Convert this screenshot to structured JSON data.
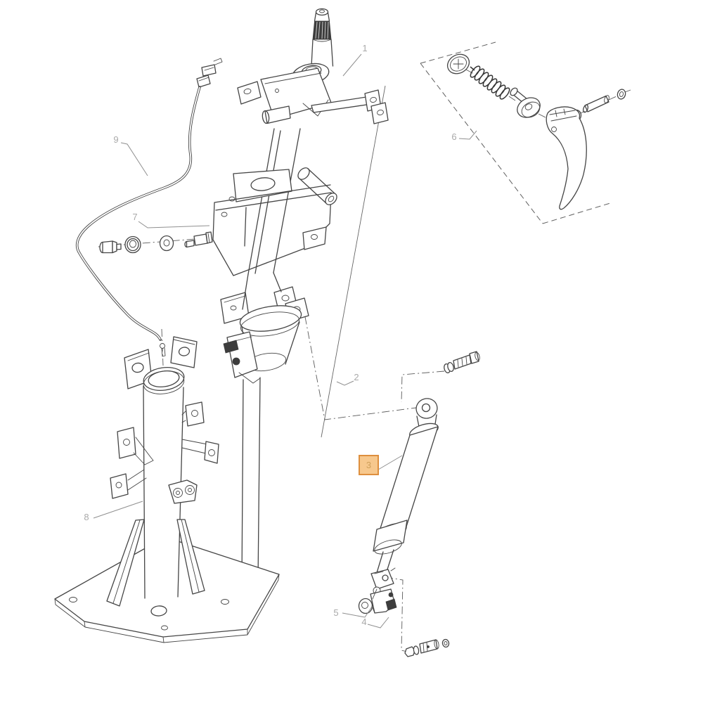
{
  "figure": {
    "type": "exploded-parts-diagram",
    "subject": "steering-column-assembly",
    "background": "#ffffff",
    "line_color": "#454545",
    "label_color": "#a9a9a9",
    "highlight": {
      "callout": "3",
      "fill": "#f7c88d",
      "border": "#de8f3e",
      "text_color": "#cfa05a"
    },
    "callouts": [
      {
        "id": "1",
        "text": "1"
      },
      {
        "id": "2",
        "text": "2"
      },
      {
        "id": "3",
        "text": "3",
        "highlighted": true
      },
      {
        "id": "4",
        "text": "4"
      },
      {
        "id": "5",
        "text": "5"
      },
      {
        "id": "6",
        "text": "6"
      },
      {
        "id": "7",
        "text": "7"
      },
      {
        "id": "8",
        "text": "8"
      },
      {
        "id": "9",
        "text": "9"
      }
    ]
  }
}
